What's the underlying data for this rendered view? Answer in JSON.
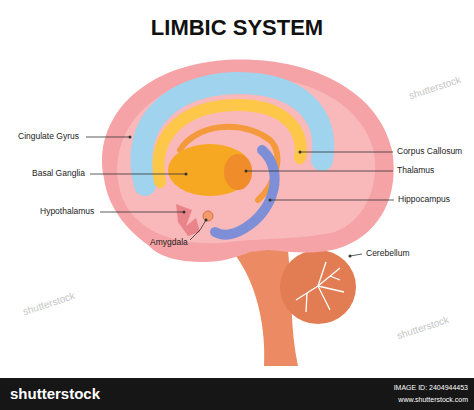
{
  "diagram": {
    "title": "LIMBIC SYSTEM",
    "labels": [
      "Cingulate Gyrus",
      "Basal Ganglia",
      "Hypothalamus",
      "Amygdala",
      "Corpus Callosum",
      "Thalamus",
      "Hippocampus",
      "Cerebellum",
      "shutterstock",
      "shutterstock",
      "shutterstock",
      "shutterstock",
      "IMAGE ID: 2404944453",
      "www.shutterstock.com"
    ]
  }
}
